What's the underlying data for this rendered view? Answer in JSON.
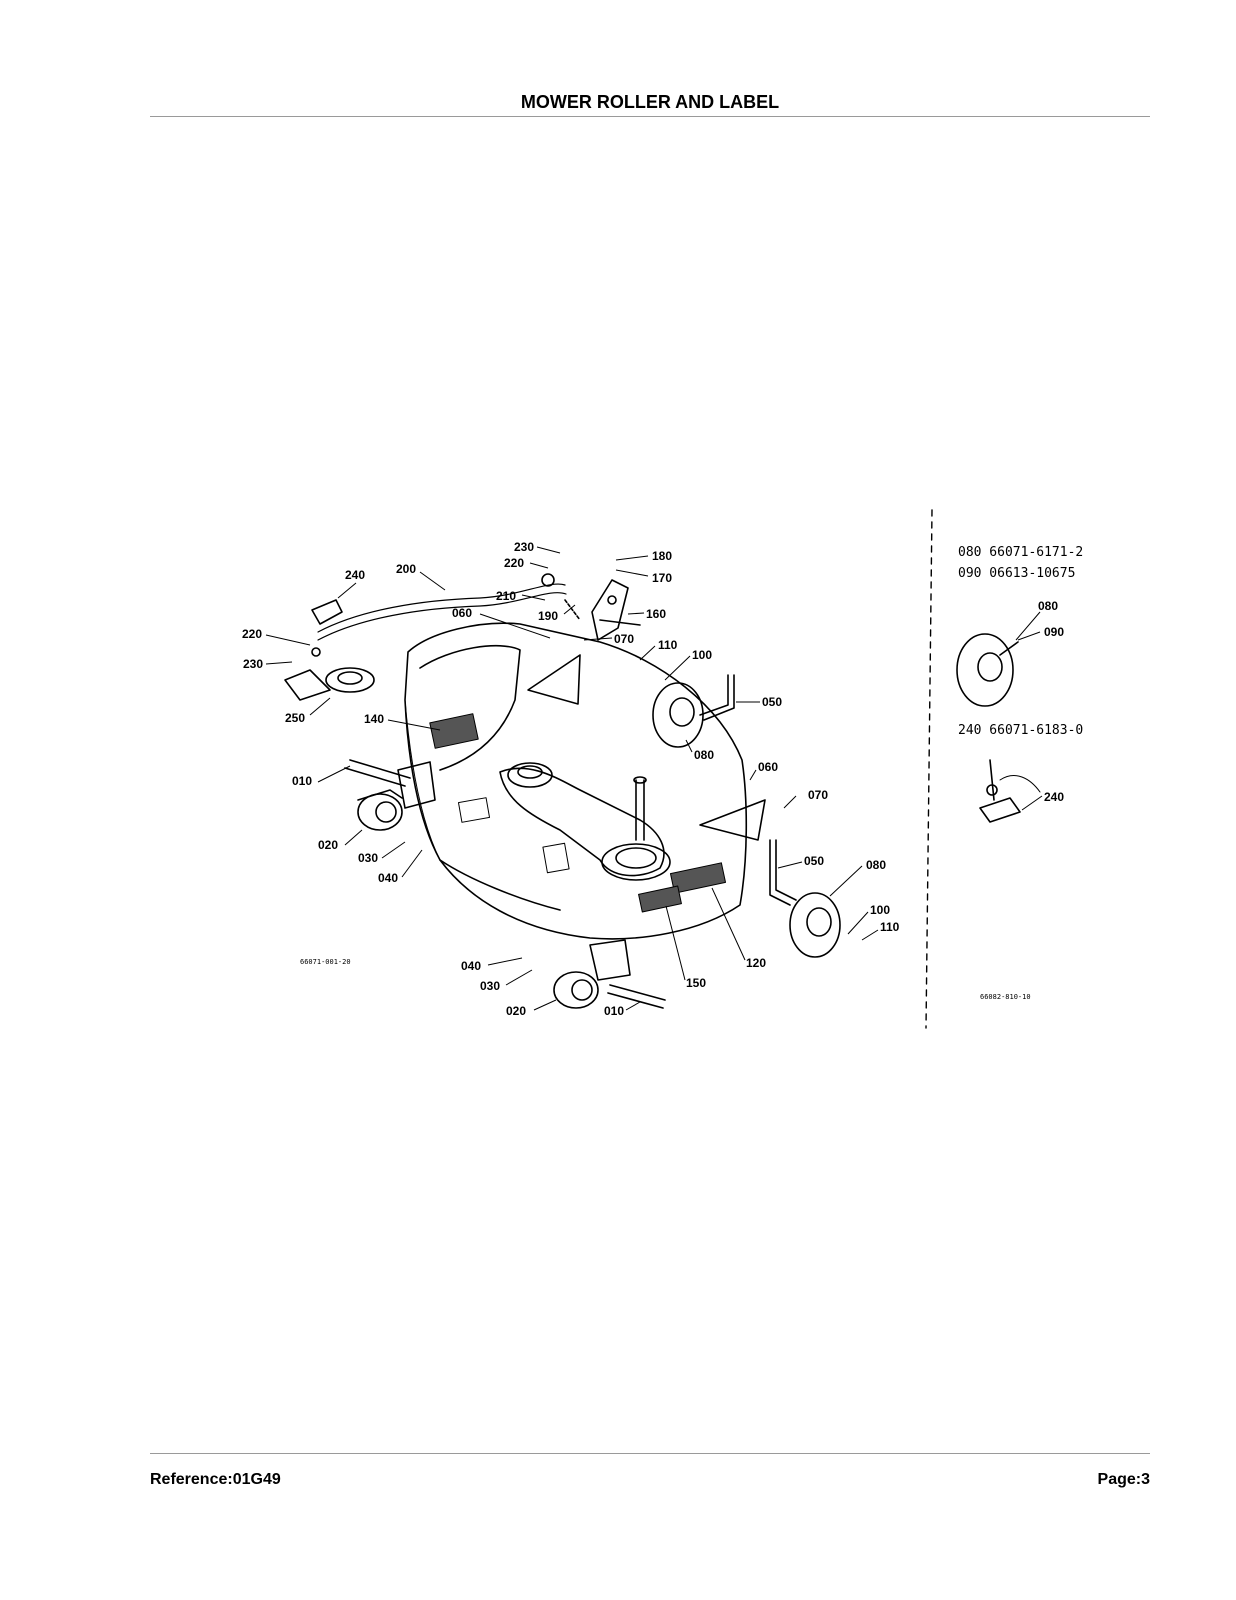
{
  "title": "MOWER ROLLER AND LABEL",
  "footer": {
    "reference": "Reference:01G49",
    "page": "Page:3"
  },
  "diagram": {
    "drawing_code_left": "66071-001-20",
    "drawing_code_right": "66082-810-10",
    "inset_parts": {
      "line1": "080 66071-6171-2",
      "line2": "090 06613-10675",
      "line3": "240 66071-6183-0"
    },
    "inset_labels": {
      "wheel": "080",
      "bolt": "090",
      "bracket": "240"
    },
    "callouts": {
      "c230a": "230",
      "c220a": "220",
      "c180": "180",
      "c170": "170",
      "c210": "210",
      "c190": "190",
      "c160": "160",
      "c060a": "060",
      "c070a": "070",
      "c110a": "110",
      "c100a": "100",
      "c050a": "050",
      "c080a": "080",
      "c240": "240",
      "c200": "200",
      "c220b": "220",
      "c230b": "230",
      "c250": "250",
      "c140": "140",
      "c010a": "010",
      "c020a": "020",
      "c030a": "030",
      "c040a": "040",
      "c060b": "060",
      "c070b": "070",
      "c050b": "050",
      "c080b": "080",
      "c100b": "100",
      "c110b": "110",
      "c120": "120",
      "c150": "150",
      "c040b": "040",
      "c030b": "030",
      "c020b": "020",
      "c010b": "010"
    }
  }
}
